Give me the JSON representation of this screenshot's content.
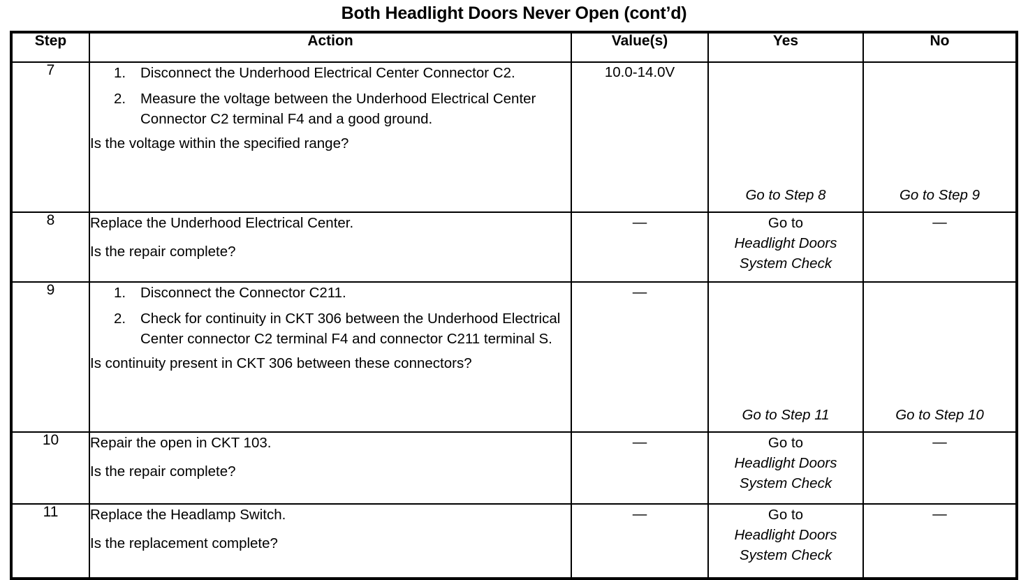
{
  "title": "Both Headlight Doors Never Open (cont’d)",
  "table": {
    "headers": {
      "step": "Step",
      "action": "Action",
      "values": "Value(s)",
      "yes": "Yes",
      "no": "No"
    },
    "rows": [
      {
        "step": "7",
        "action": {
          "items": [
            {
              "marker": "1.",
              "text": "Disconnect the Underhood Electrical Center Connector C2."
            },
            {
              "marker": "2.",
              "text": "Measure the voltage between the Underhood Electrical Center Connector C2 terminal F4 and a good ground."
            }
          ],
          "question": "Is the voltage within the specified range?"
        },
        "value": "10.0-14.0V",
        "yes": {
          "lead": "",
          "target": "Go to Step 8"
        },
        "no": {
          "lead": "",
          "target": "Go to Step 9"
        }
      },
      {
        "step": "8",
        "action": {
          "statement": "Replace the Underhood Electrical Center.",
          "question": "Is the repair complete?"
        },
        "value": "—",
        "yes": {
          "lead": "Go to",
          "target": "Headlight Doors System Check"
        },
        "no": {
          "lead": "",
          "target": "—"
        }
      },
      {
        "step": "9",
        "action": {
          "items": [
            {
              "marker": "1.",
              "text": "Disconnect the Connector C211."
            },
            {
              "marker": "2.",
              "text": "Check for continuity in CKT 306 between the Underhood Electrical Center connector C2 terminal F4 and connector C211 terminal S."
            }
          ],
          "question": "Is continuity present in CKT 306 between these connectors?"
        },
        "value": "—",
        "yes": {
          "lead": "",
          "target": "Go to Step 11"
        },
        "no": {
          "lead": "",
          "target": "Go to Step 10"
        }
      },
      {
        "step": "10",
        "action": {
          "statement": "Repair the open in CKT 103.",
          "question": "Is the repair complete?"
        },
        "value": "—",
        "yes": {
          "lead": "Go to",
          "target": "Headlight Doors System Check"
        },
        "no": {
          "lead": "",
          "target": "—"
        }
      },
      {
        "step": "11",
        "action": {
          "statement": "Replace the Headlamp Switch.",
          "question": "Is the replacement complete?"
        },
        "value": "—",
        "yes": {
          "lead": "Go to",
          "target": "Headlight Doors System Check"
        },
        "no": {
          "lead": "",
          "target": "—"
        }
      }
    ]
  }
}
